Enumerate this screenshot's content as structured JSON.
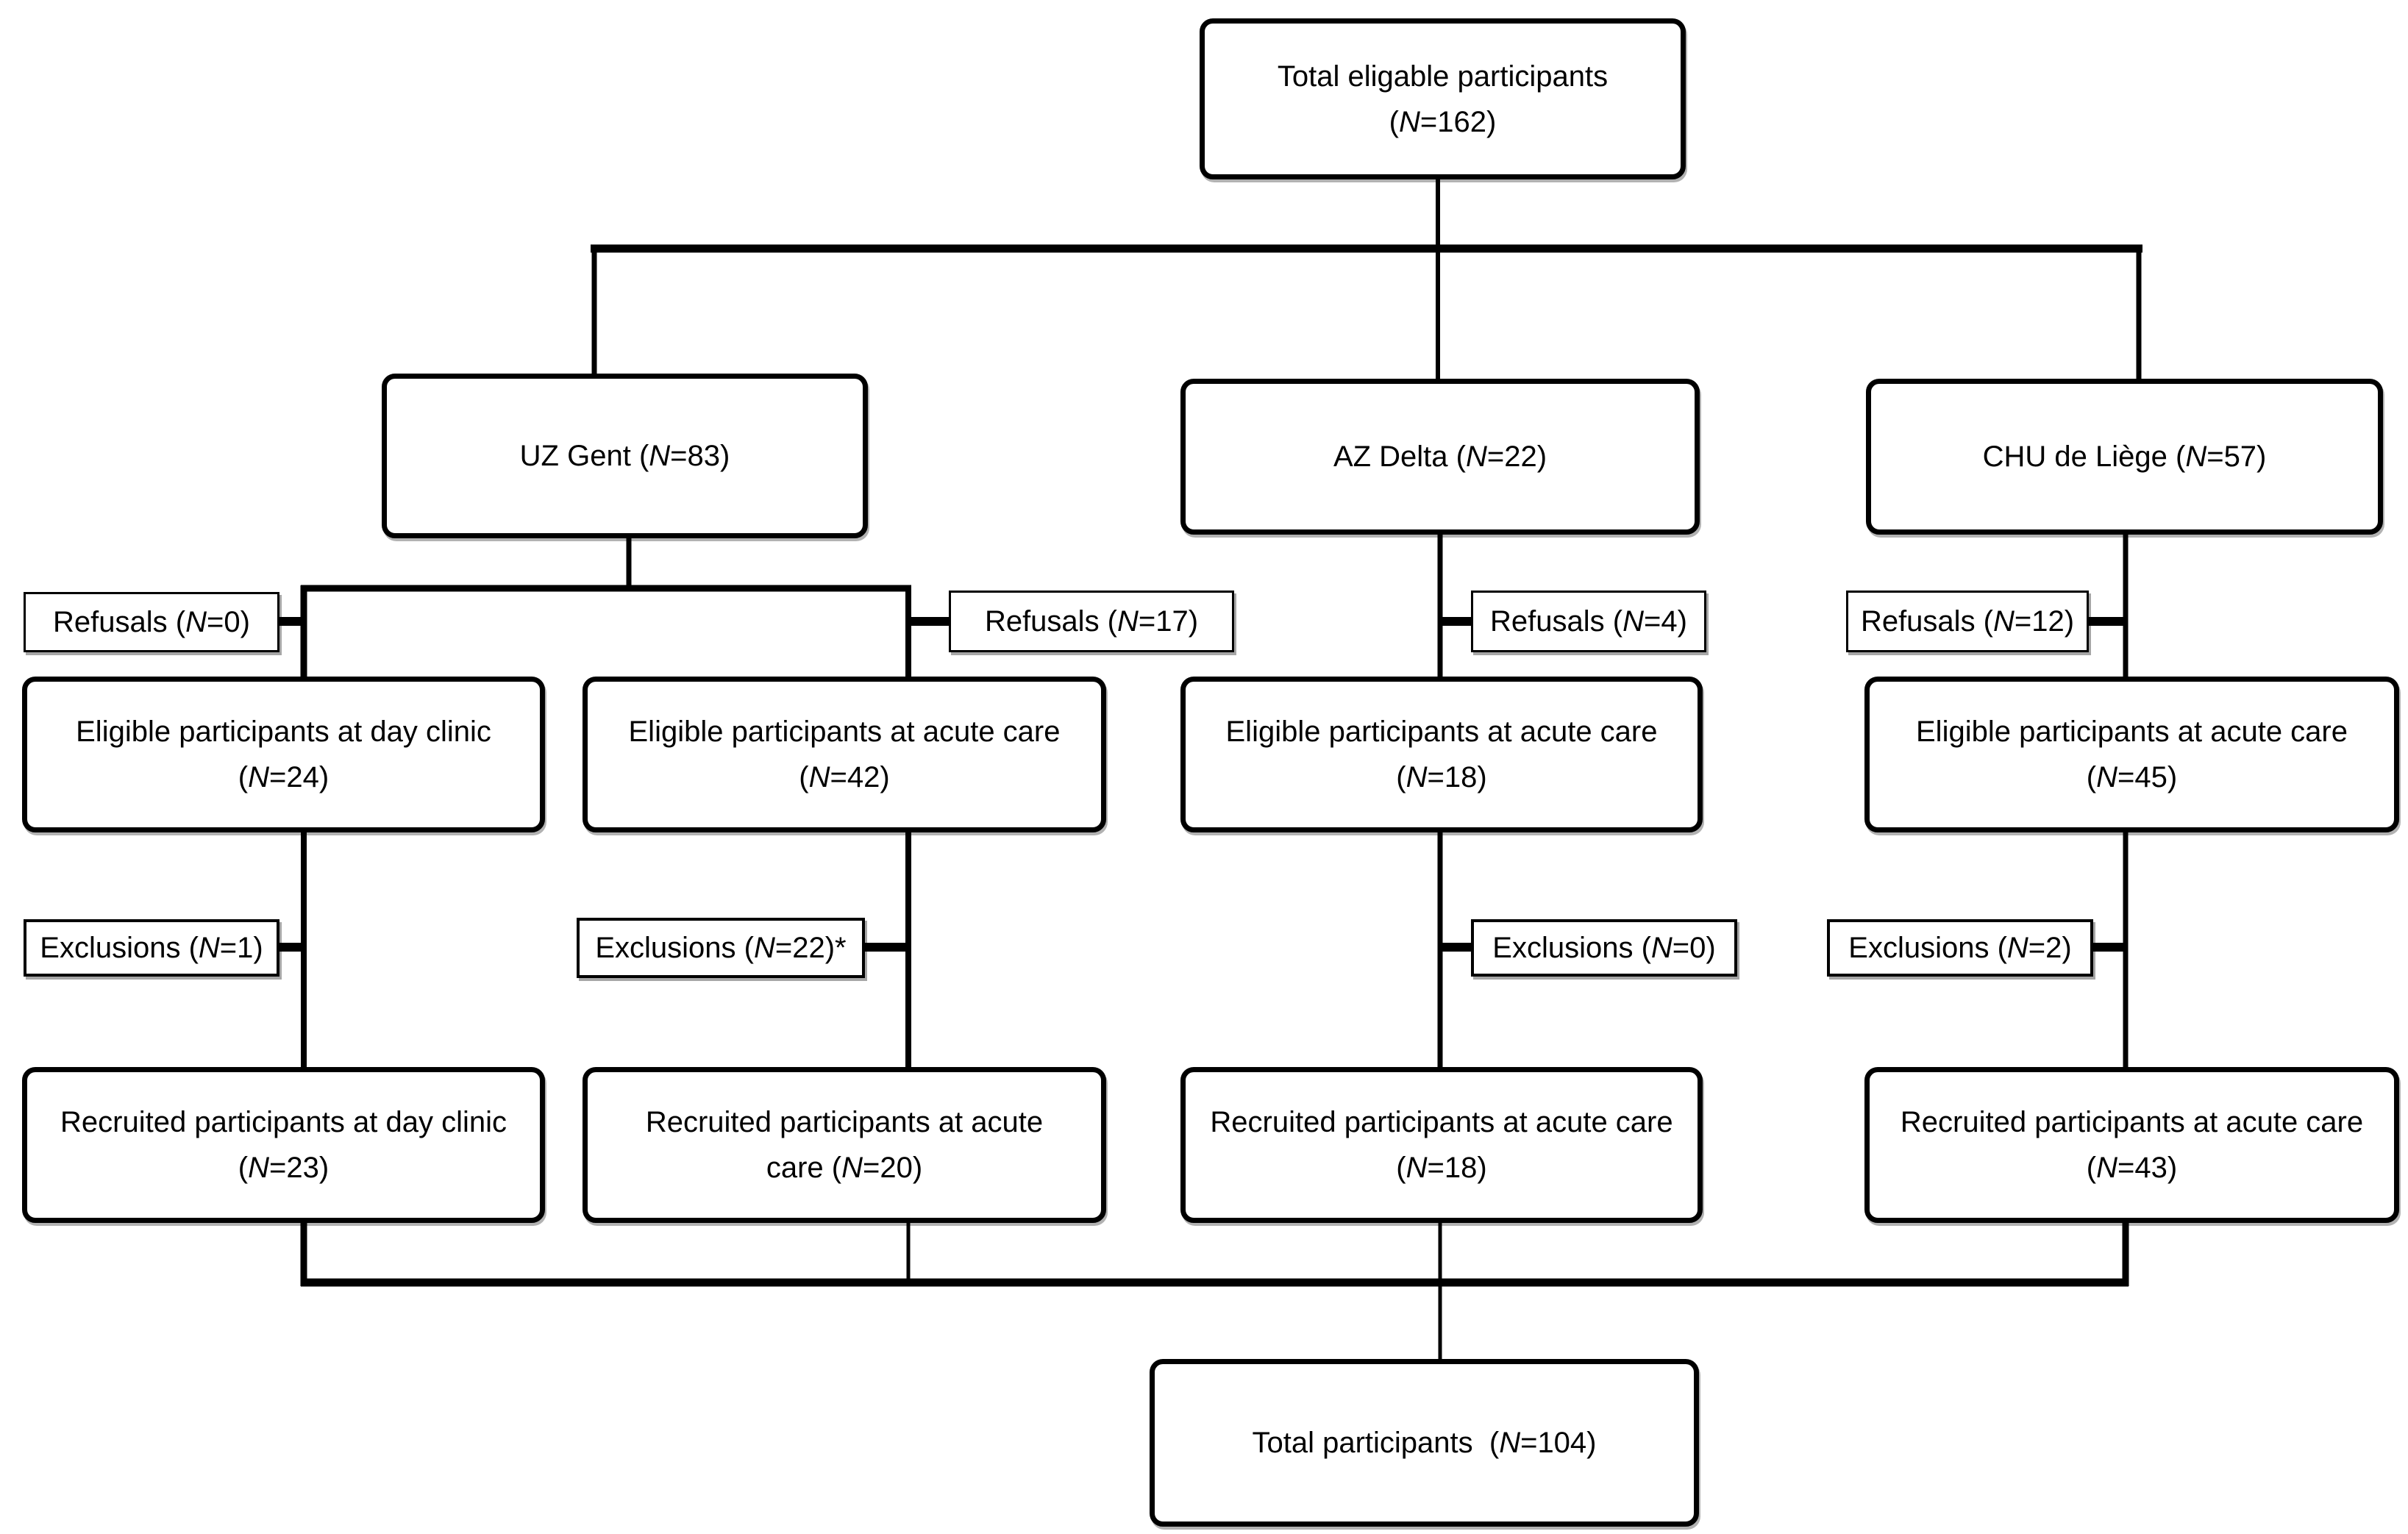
{
  "figure": {
    "type": "participant-flow-diagram",
    "background_color": "#ffffff",
    "box_fill_color": "#ffffff",
    "border_color": "#000000",
    "connector_color": "#000000",
    "text_color": "#000000"
  },
  "nodes": [
    {
      "id": "total-eligible",
      "label_lines": [
        "Total eligable participants",
        "(N=162)"
      ]
    },
    {
      "id": "uz-gent",
      "label_lines": [
        "UZ Gent (N=83)"
      ]
    },
    {
      "id": "az-delta",
      "label_lines": [
        "AZ Delta (N=22)"
      ]
    },
    {
      "id": "chu-de-liege",
      "label_lines": [
        "CHU de Liège (N=57)"
      ]
    },
    {
      "id": "refusals-uz-day",
      "label_lines": [
        "Refusals (N=0)"
      ]
    },
    {
      "id": "refusals-uz-acute",
      "label_lines": [
        "Refusals (N=17)"
      ]
    },
    {
      "id": "refusals-az",
      "label_lines": [
        "Refusals (N=4)"
      ]
    },
    {
      "id": "refusals-chu",
      "label_lines": [
        "Refusals (N=12)"
      ]
    },
    {
      "id": "eligible-day",
      "label_lines": [
        "Eligible participants at day clinic",
        "(N=24)"
      ]
    },
    {
      "id": "eligible-uz-acute",
      "label_lines": [
        "Eligible participants at acute care",
        "(N=42)"
      ]
    },
    {
      "id": "eligible-az",
      "label_lines": [
        "Eligible participants at acute care",
        "(N=18)"
      ]
    },
    {
      "id": "eligible-chu",
      "label_lines": [
        "Eligible participants at acute care",
        "(N=45)"
      ]
    },
    {
      "id": "exclusions-day",
      "label_lines": [
        "Exclusions (N=1)"
      ]
    },
    {
      "id": "exclusions-uz",
      "label_lines": [
        "Exclusions (N=22)*"
      ]
    },
    {
      "id": "exclusions-az",
      "label_lines": [
        "Exclusions (N=0)"
      ]
    },
    {
      "id": "exclusions-chu",
      "label_lines": [
        "Exclusions (N=2)"
      ]
    },
    {
      "id": "recruited-day",
      "label_lines": [
        "Recruited participants at day clinic",
        "(N=23)"
      ]
    },
    {
      "id": "recruited-uz-acute",
      "label_lines": [
        "Recruited participants at acute",
        "care (N=20)"
      ]
    },
    {
      "id": "recruited-az",
      "label_lines": [
        "Recruited participants at acute care",
        "(N=18)"
      ]
    },
    {
      "id": "recruited-chu",
      "label_lines": [
        "Recruited participants at acute care",
        "(N=43)"
      ]
    },
    {
      "id": "total-participants",
      "label_lines": [
        "Total participants  (N=104)"
      ]
    }
  ]
}
